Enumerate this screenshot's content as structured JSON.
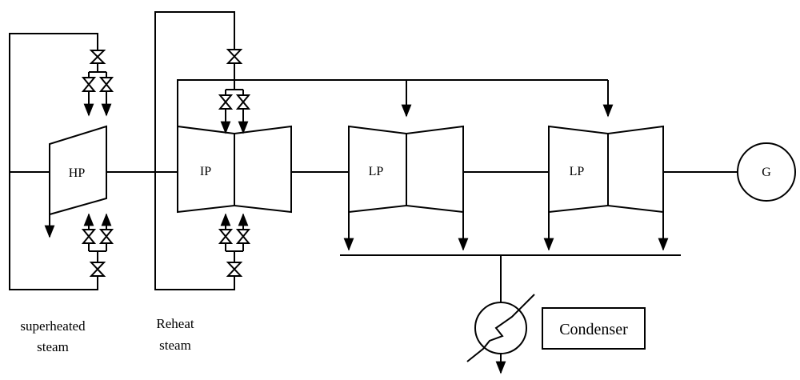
{
  "units": {
    "hp": "HP",
    "ip": "IP",
    "lp1": "LP",
    "lp2": "LP",
    "generator": "G"
  },
  "labels": {
    "superheated_line1": "superheated",
    "superheated_line2": "steam",
    "reheat_line1": "Reheat",
    "reheat_line2": "steam",
    "condenser": "Condenser"
  }
}
